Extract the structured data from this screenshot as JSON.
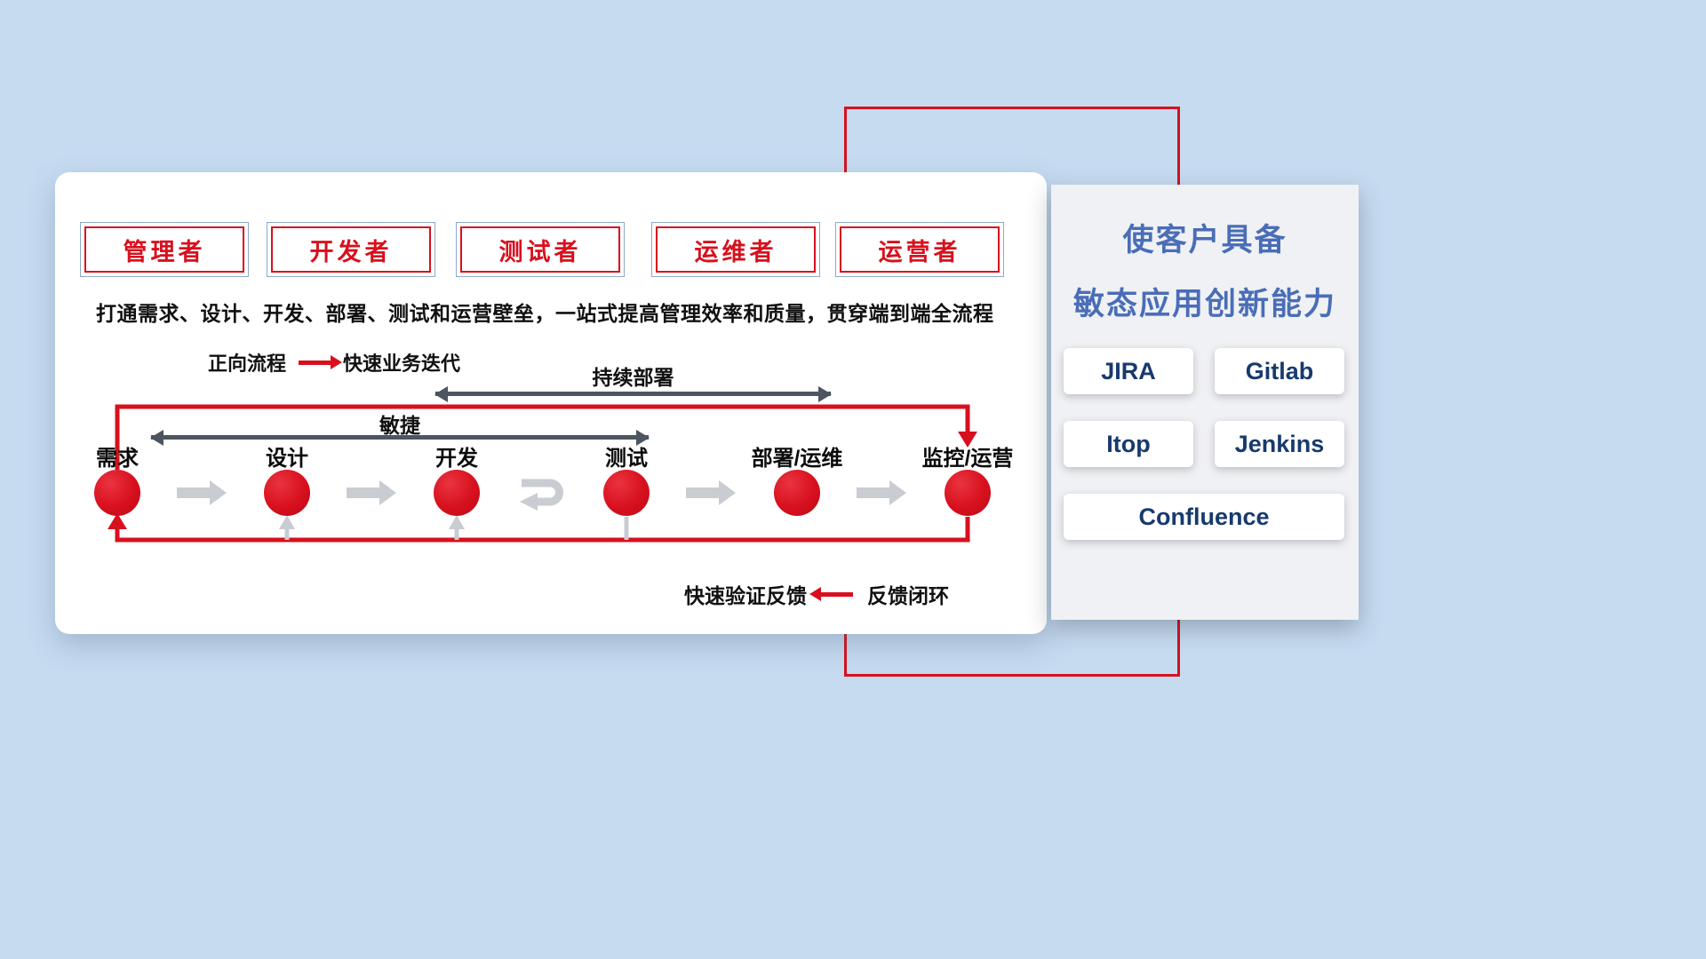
{
  "workflow_card": {
    "roles": [
      "管理者",
      "开发者",
      "测试者",
      "运维者",
      "运营者"
    ],
    "subtitle": "打通需求、设计、开发、部署、测试和运营壁垒，一站式提高管理效率和质量，贯穿端到端全流程",
    "forward_legend": {
      "label": "正向流程",
      "desc": "快速业务迭代"
    },
    "continuous_deployment_label": "持续部署",
    "agile_label": "敏捷",
    "nodes": [
      "需求",
      "设计",
      "开发",
      "测试",
      "部署/运维",
      "监控/运营"
    ],
    "feedback_legend": {
      "desc": "快速验证反馈",
      "label": "反馈闭环"
    }
  },
  "benefit_panel": {
    "title_line1": "使客户具备",
    "title_line2": "敏态应用创新能力",
    "tools": [
      "JIRA",
      "Gitlab",
      "Itop",
      "Jenkins",
      "Confluence"
    ]
  },
  "colors": {
    "accent_red": "#d8101e",
    "dark_arrow": "#4d5560",
    "gray_arrow": "#c9ccd1",
    "title_blue": "#4a6db8",
    "tool_navy": "#173a6e",
    "role_border_blue": "#8fa9c9"
  }
}
